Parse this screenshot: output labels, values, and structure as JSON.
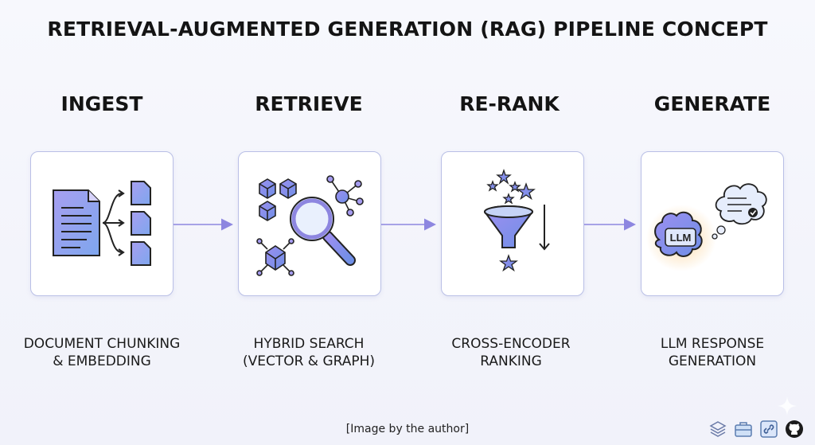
{
  "title": "RETRIEVAL-AUGMENTED GENERATION (RAG) PIPELINE CONCEPT",
  "stages": [
    {
      "title": "INGEST",
      "desc_lines": [
        "DOCUMENT CHUNKING",
        "& EMBEDDING"
      ]
    },
    {
      "title": "RETRIEVE",
      "desc_lines": [
        "HYBRID SEARCH",
        "(VECTOR & GRAPH)"
      ]
    },
    {
      "title": "RE-RANK",
      "desc_lines": [
        "CROSS-ENCODER",
        "RANKING"
      ]
    },
    {
      "title": "GENERATE",
      "desc_lines": [
        "LLM RESPONSE",
        "GENERATION"
      ]
    }
  ],
  "llm_label": "LLM",
  "caption": "[Image by the author]",
  "footer_icons": [
    "layers-icon",
    "briefcase-icon",
    "link-icon",
    "github-icon"
  ],
  "colors": {
    "accent_purple": "#8d86e0",
    "accent_blue": "#7aa4ec",
    "card_border": "#b9bfe6",
    "glow_orange": "#f7c98a"
  }
}
